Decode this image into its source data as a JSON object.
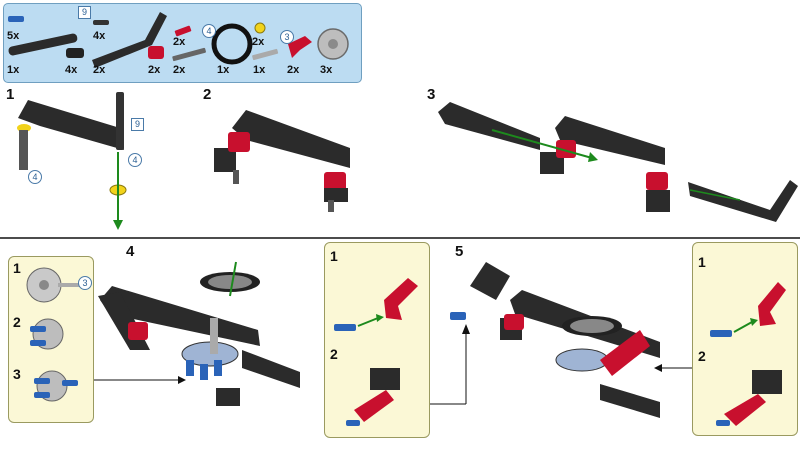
{
  "parts_list": {
    "quantities": {
      "pin_blue": "5x",
      "beam_9": "1x",
      "connector_black": "4x",
      "axle_pin": "4x",
      "bent_beam": "2x",
      "axle_red_2": "2x",
      "red_connector": "2x",
      "axle_4": "2x",
      "tire": "1x",
      "bush_yellow": "2x",
      "axle_3": "1x",
      "red_angle": "2x",
      "wheel": "3x"
    },
    "length_labels": {
      "beam": "9",
      "axle_4": "4",
      "axle_3": "3"
    }
  },
  "steps": {
    "s1": "1",
    "s2": "2",
    "s3": "3",
    "s4": "4",
    "s5": "5"
  },
  "step1": {
    "beam_len": "9",
    "axle_len_a": "4",
    "axle_len_b": "4"
  },
  "callout_left": {
    "sub1": "1",
    "sub2": "2",
    "sub3": "3",
    "axle_len": "3"
  },
  "callout_mid": {
    "sub1": "1",
    "sub2": "2"
  },
  "callout_right": {
    "sub1": "1",
    "sub2": "2"
  },
  "colors": {
    "parts_bg": "#bcdcf2",
    "callout_bg": "#fbf8d6",
    "beam": "#2b2b2b",
    "red": "#c8102e",
    "blue": "#2a63b8",
    "yellow": "#f2d31b",
    "gray": "#9a9a9a",
    "arrow_green": "#1d8a1d"
  }
}
